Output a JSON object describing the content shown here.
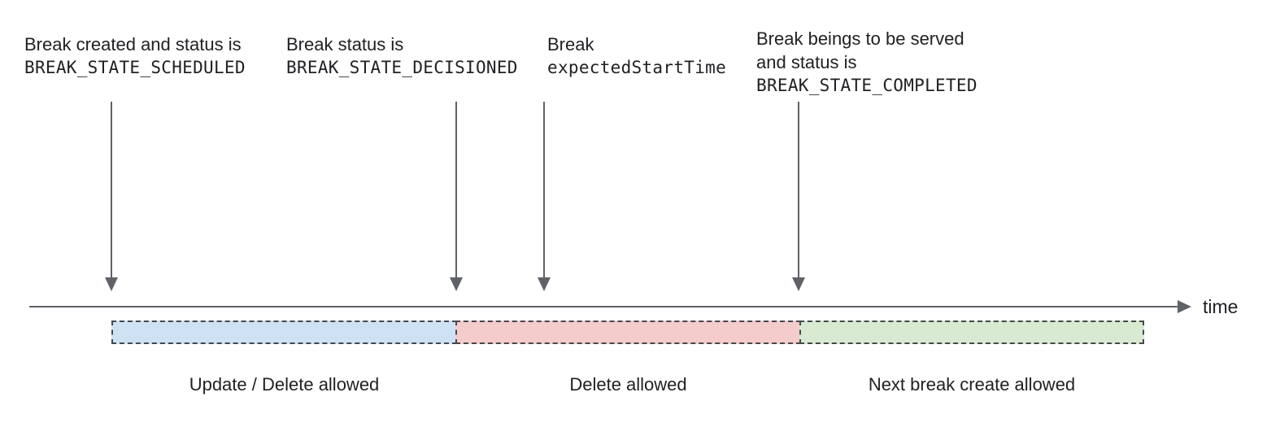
{
  "annotations": [
    {
      "line1": "Break created and status is",
      "line2": "BREAK_STATE_SCHEDULED"
    },
    {
      "line1": "Break status is",
      "line2": "BREAK_STATE_DECISIONED"
    },
    {
      "line1": "Break",
      "line2": "expectedStartTime"
    },
    {
      "line1": "Break beings to be served",
      "line2": "and status is",
      "line3": "BREAK_STATE_COMPLETED"
    }
  ],
  "axis": {
    "label": "time"
  },
  "segments": [
    {
      "label": "Update / Delete allowed",
      "color": "#cfe2f3"
    },
    {
      "label": "Delete allowed",
      "color": "#f4cccc"
    },
    {
      "label": "Next break create allowed",
      "color": "#d9ead3"
    }
  ],
  "colors": {
    "text": "#202124",
    "arrow": "#5f6368",
    "segment_border": "#47494d"
  }
}
